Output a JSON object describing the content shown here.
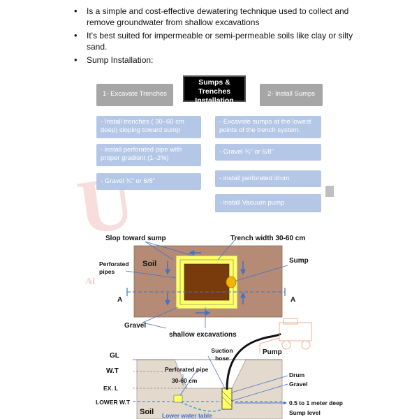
{
  "bullets": [
    "Is a simple and cost-effective dewatering technique used to collect and remove groundwater from shallow excavations",
    "It's best suited for impermeable or semi-permeable soils like clay or silty sand.",
    "Sump Installation:"
  ],
  "flowchart": {
    "title": "Sumps & Trenches Installation",
    "left_header": "1- Excavate Trenches",
    "right_header": "2- Install Sumps",
    "left_steps": [
      "- Install trenches ( 30–60 cm deep) sloping toward sump",
      "- install perforated pipe with proper gradient (1–2%)",
      "- Gravel ¾\" or 6/8\""
    ],
    "right_steps": [
      "- Excavate sumps at the lowest points of the trench system.",
      "- Gravel ¾\" or 6/8\"",
      "- install perforated drum",
      "- install Vacuum pump"
    ]
  },
  "plan_view": {
    "slope_label": "Slop toward sump",
    "trench_width_label": "Trench width 30-60 cm",
    "perforated_pipes_label": "Perforated pipes",
    "soil_label": "Soil",
    "sump_label": "Sump",
    "section_left": "A",
    "section_right": "A",
    "gravel_label": "Gravel",
    "shallow_label": "shallow excavations"
  },
  "section_view": {
    "gl_label": "GL",
    "wt_label": "W.T",
    "exl_label": "EX. L",
    "lower_wt_label": "LOWER W.T",
    "soil_label": "Soil",
    "lower_water_table_label": "Lower water table",
    "perforated_pipe_label": "Perforated pipe",
    "depth_label": "30-60 cm",
    "suction_hose_label": "Suction hose",
    "pump_label": "Pump",
    "drum_label": "Drum",
    "gravel_label": "Gravel",
    "deep_label": "0.5 to 1 meter deep",
    "sump_level_label": "Sump level"
  },
  "colors": {
    "soil": "#b58b75",
    "gravel": "#ffff66",
    "sump_core": "#7a3b0c",
    "arrow_blue": "#4472c4",
    "box_gray": "#a6a6a6",
    "box_blue": "#b4c7e7"
  }
}
